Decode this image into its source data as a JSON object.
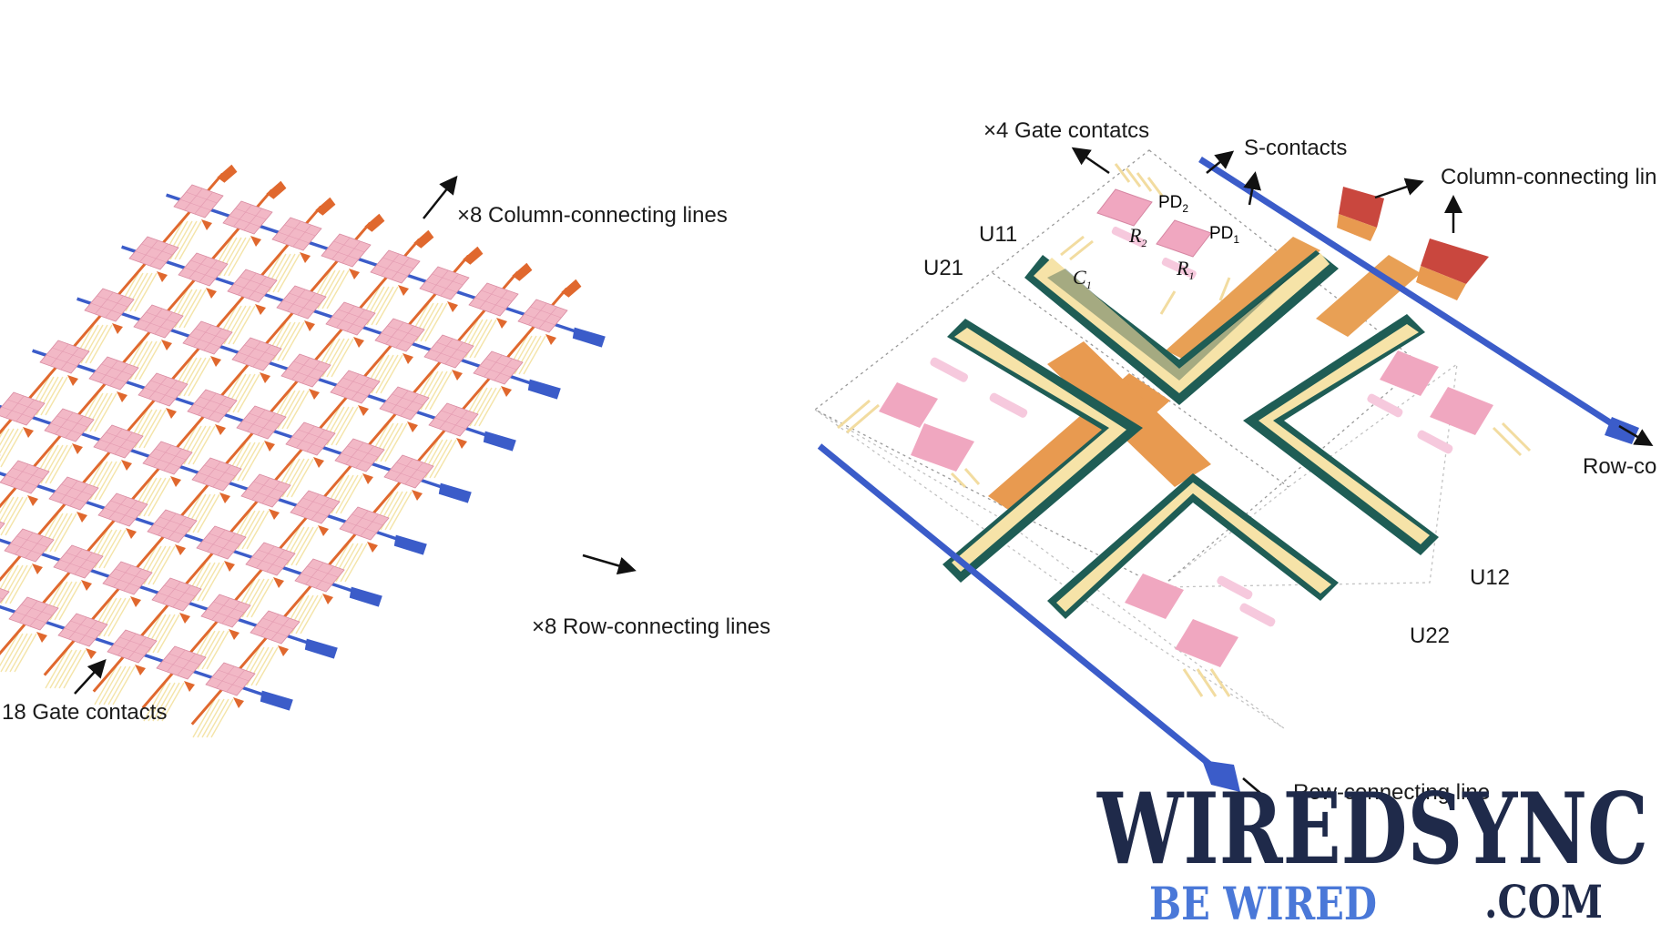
{
  "left_panel": {
    "column_lines_label": "×8 Column-connecting lines",
    "row_lines_label": "×8 Row-connecting lines",
    "gate_contacts_label": "18 Gate contacts"
  },
  "right_panel": {
    "gate_contacts_label": "×4 Gate contatcs",
    "s_contacts_label": "S-contacts",
    "column_line_label": "Column-connecting lin",
    "row_line_right_label": "Row-co",
    "row_line_bottom_label": "Row-connecting line",
    "units": {
      "u11": "U11",
      "u21": "U21",
      "u12": "U12",
      "u22": "U22"
    },
    "components": {
      "pd2": "PD",
      "pd2_sub": "2",
      "pd1": "PD",
      "pd1_sub": "1",
      "r2": "R",
      "r2_sub": "2",
      "r1": "R",
      "r1_sub": "1",
      "c1": "C",
      "c1_sub": "1"
    }
  },
  "watermark": {
    "brand": "WIREDSYNC",
    "tagline": "BE WIRED",
    "domain": ".COM"
  },
  "colors": {
    "column_line": "#e0682e",
    "row_line": "#3b5cc9",
    "pixel_pad": "#f2b8c6",
    "gate": "#f4e4a8",
    "capacitor_outline": "#1f5d55",
    "brand_dark": "#1f2a4a",
    "brand_blue": "#4a78d8"
  }
}
